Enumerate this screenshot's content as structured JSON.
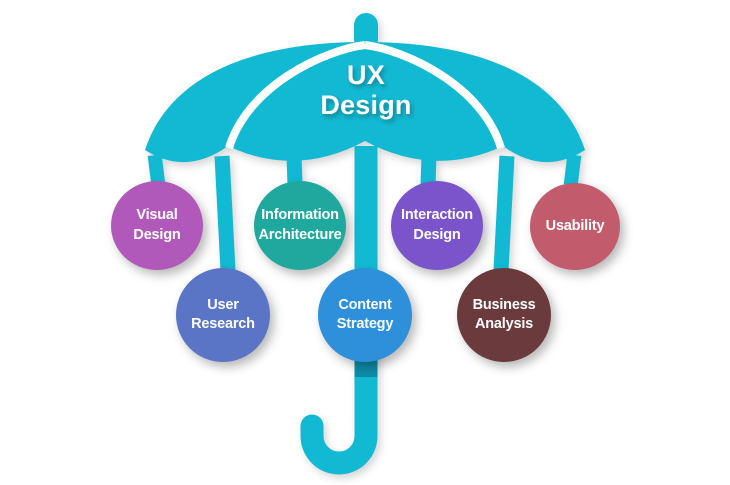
{
  "title": {
    "line1": "UX",
    "line2": "Design"
  },
  "colors": {
    "umbrella_teal": "#12B9D3",
    "pole_dark_teal": "#0D8CA6",
    "rib_white": "#FFFFFF",
    "label_text": "#FFFFFF"
  },
  "bubbles": [
    {
      "name": "visual-design",
      "label": "Visual\nDesign",
      "color": "#B159BA"
    },
    {
      "name": "user-research",
      "label": "User\nResearch",
      "color": "#5A74C6"
    },
    {
      "name": "information-architecture",
      "label": "Information\nArchitecture",
      "color": "#1FA89E"
    },
    {
      "name": "content-strategy",
      "label": "Content\nStrategy",
      "color": "#2E8FDA"
    },
    {
      "name": "interaction-design",
      "label": "Interaction\nDesign",
      "color": "#7B53CA"
    },
    {
      "name": "business-analysis",
      "label": "Business\nAnalysis",
      "color": "#6B3A3C"
    },
    {
      "name": "usability",
      "label": "Usability",
      "color": "#C25B6C"
    }
  ]
}
